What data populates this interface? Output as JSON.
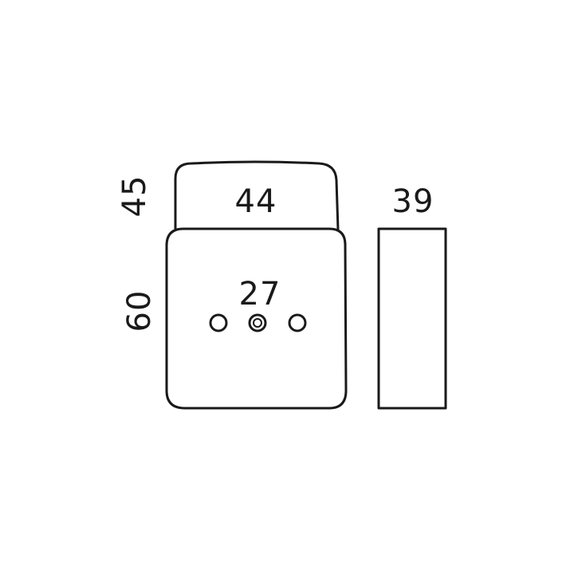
{
  "drawing": {
    "stroke_color": "#1a1a1a",
    "background": "#ffffff",
    "dimensions": {
      "top_height": "45",
      "top_width": "44",
      "body_height": "60",
      "hole_spacing": "27",
      "depth": "39"
    }
  }
}
